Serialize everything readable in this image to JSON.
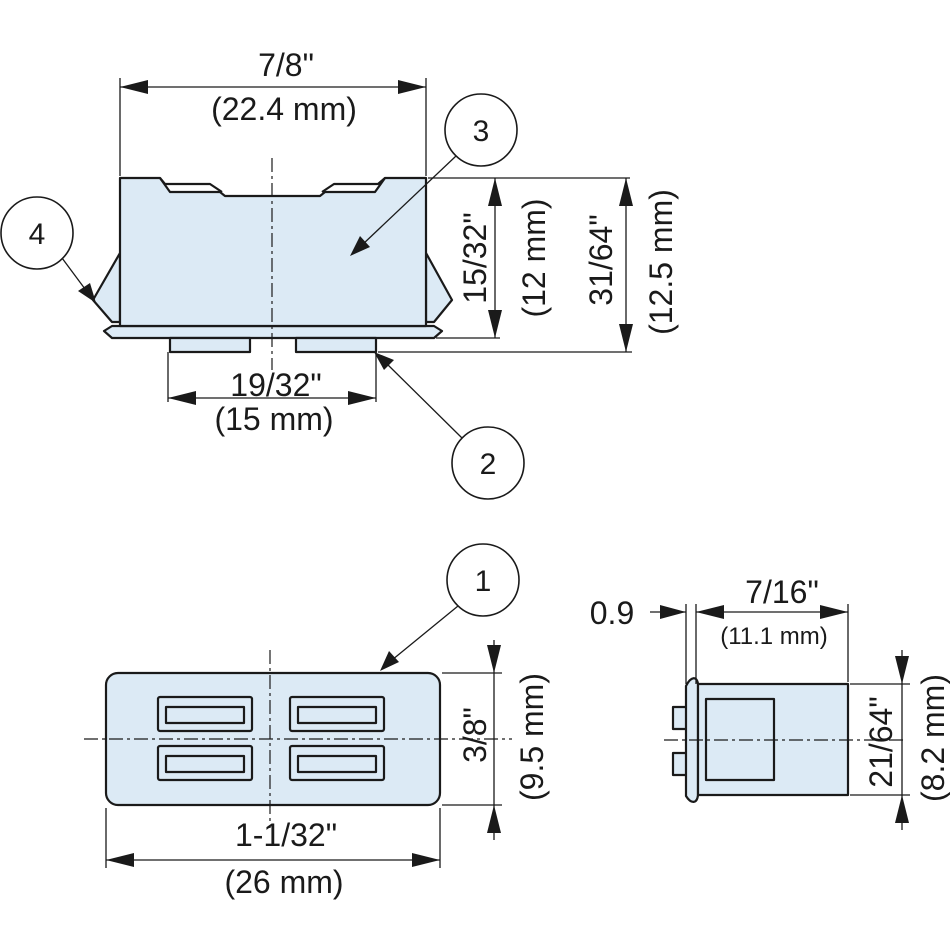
{
  "colors": {
    "part_fill": "#dceaf5",
    "line": "#1a1a1a",
    "background": "#ffffff"
  },
  "callouts": {
    "c1": "1",
    "c2": "2",
    "c3": "3",
    "c4": "4"
  },
  "dimensions": {
    "top_width_in": "7/8\"",
    "top_width_mm": "(22.4 mm)",
    "tab_span_in": "19/32\"",
    "tab_span_mm": "(15 mm)",
    "body_height_in": "15/32\"",
    "body_height_mm": "(12 mm)",
    "total_height_in": "31/64\"",
    "total_height_mm": "(12.5 mm)",
    "front_height_in": "3/8\"",
    "front_height_mm": "(9.5 mm)",
    "front_width_in": "1-1/32\"",
    "front_width_mm": "(26 mm)",
    "side_flange": "0.9",
    "side_depth_in": "7/16\"",
    "side_depth_mm": "(11.1 mm)",
    "side_height_in": "21/64\"",
    "side_height_mm": "(8.2 mm)"
  }
}
